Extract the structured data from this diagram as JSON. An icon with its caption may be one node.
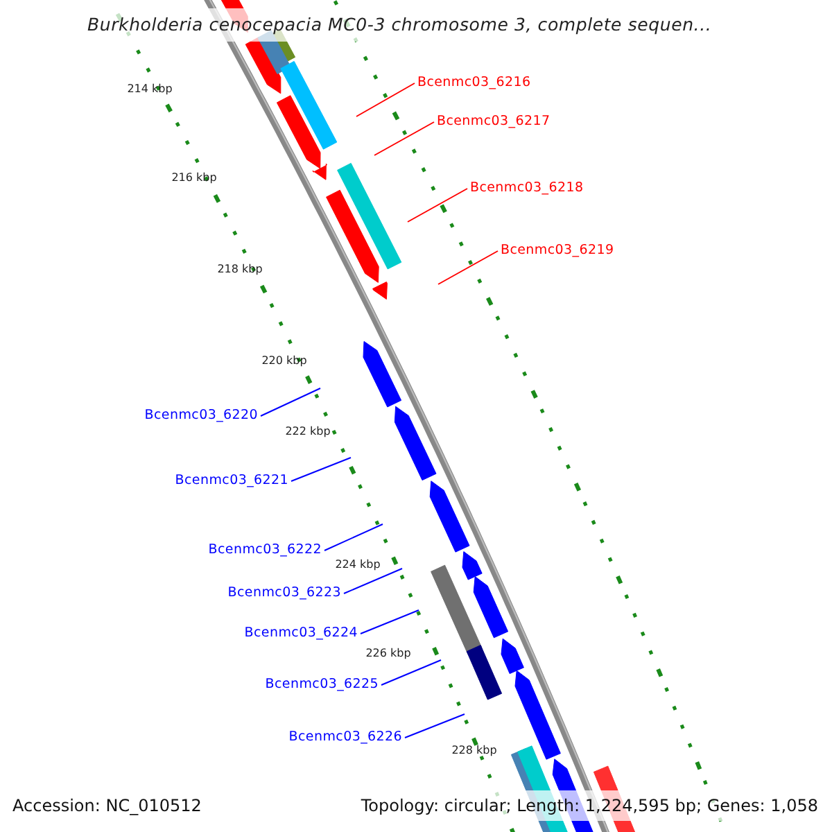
{
  "diagram": {
    "title": "Burkholderia cenocepacia MC0-3 chromosome 3, complete sequen...",
    "nodes": [
      {
        "text": [
          "Bcenmc03_6216"
        ]
      },
      {
        "text": [
          "Bcenmc03_6217"
        ]
      },
      {
        "text": [
          "Bcenmc03_6218"
        ]
      },
      {
        "text": [
          "Bcenmc03_6219"
        ]
      },
      {
        "text": [
          "Bcenmc03_6220"
        ]
      },
      {
        "text": [
          "Bcenmc03_6221"
        ]
      },
      {
        "text": [
          "Bcenmc03_6222"
        ]
      },
      {
        "text": [
          "Bcenmc03_6223"
        ]
      },
      {
        "text": [
          "Bcenmc03_6224"
        ]
      },
      {
        "text": [
          "Bcenmc03_6225"
        ]
      },
      {
        "text": [
          "Bcenmc03_6226"
        ]
      }
    ],
    "edges": [
      {
        "from": 0,
        "to": null,
        "arrow": "none",
        "color": "#ff0000"
      },
      {
        "from": 1,
        "to": null,
        "arrow": "none",
        "color": "#ff0000"
      },
      {
        "from": 2,
        "to": null,
        "arrow": "none",
        "color": "#ff0000"
      },
      {
        "from": 3,
        "to": null,
        "arrow": "none",
        "color": "#ff0000"
      },
      {
        "from": 4,
        "to": null,
        "arrow": "none"
      },
      {
        "from": 5,
        "to": null,
        "arrow": "none"
      },
      {
        "from": 6,
        "to": null,
        "arrow": "none"
      },
      {
        "from": 7,
        "to": null,
        "arrow": "none"
      },
      {
        "from": 8,
        "to": null,
        "arrow": "none"
      },
      {
        "from": 9,
        "to": null,
        "arrow": "none"
      },
      {
        "from": 10,
        "to": null,
        "arrow": "none"
      }
    ],
    "labels": [
      "214 kbp",
      "216 kbp",
      "218 kbp",
      "220 kbp",
      "222 kbp",
      "224 kbp",
      "226 kbp",
      "228 kbp",
      "Accession: NC_010512",
      "Topology: circular; Length: 1,224,595 bp; Genes: 1,058"
    ]
  }
}
